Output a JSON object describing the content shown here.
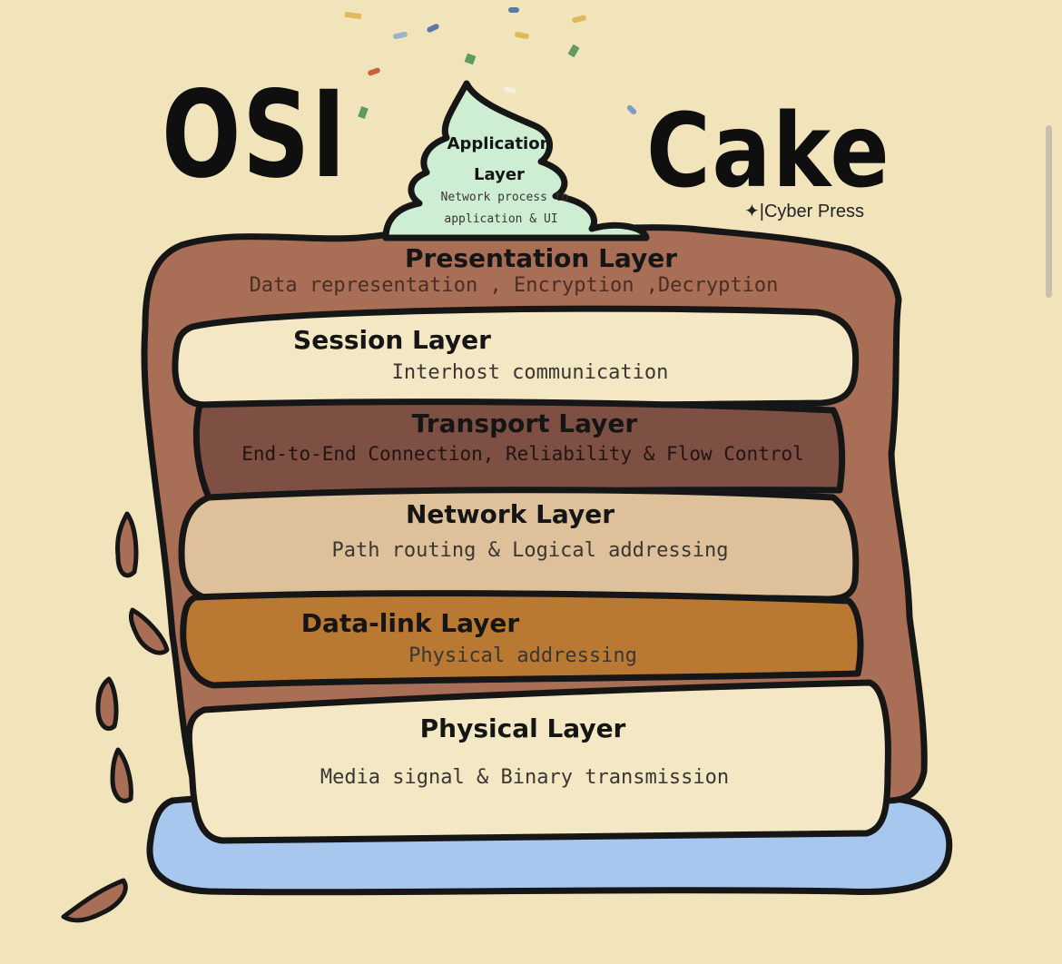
{
  "title": {
    "left": "OSI",
    "right": "Cake"
  },
  "credit": "✦|Cyber Press",
  "layers": [
    {
      "name_line1": "Application",
      "name_line2": "Layer",
      "desc_line1": "Network process to",
      "desc_line2": "application & UI"
    },
    {
      "name": "Presentation Layer",
      "desc": "Data representation , Encryption ,Decryption"
    },
    {
      "name": "Session Layer",
      "desc": "Interhost communication"
    },
    {
      "name": "Transport Layer",
      "desc": "End-to-End Connection, Reliability & Flow Control"
    },
    {
      "name": "Network Layer",
      "desc": "Path routing & Logical addressing"
    },
    {
      "name": "Data-link Layer",
      "desc": "Physical addressing"
    },
    {
      "name": "Physical Layer",
      "desc": "Media signal & Binary transmission"
    }
  ],
  "colors": {
    "background": "#f1e4bb",
    "chocolate": "#a86f56",
    "cream": "#f3e7c4",
    "transport": "#7e5043",
    "network": "#dec09a",
    "datalink": "#b97932",
    "plate": "#a8c7ee",
    "frosting": "#cdeed3",
    "outline": "#161616"
  }
}
